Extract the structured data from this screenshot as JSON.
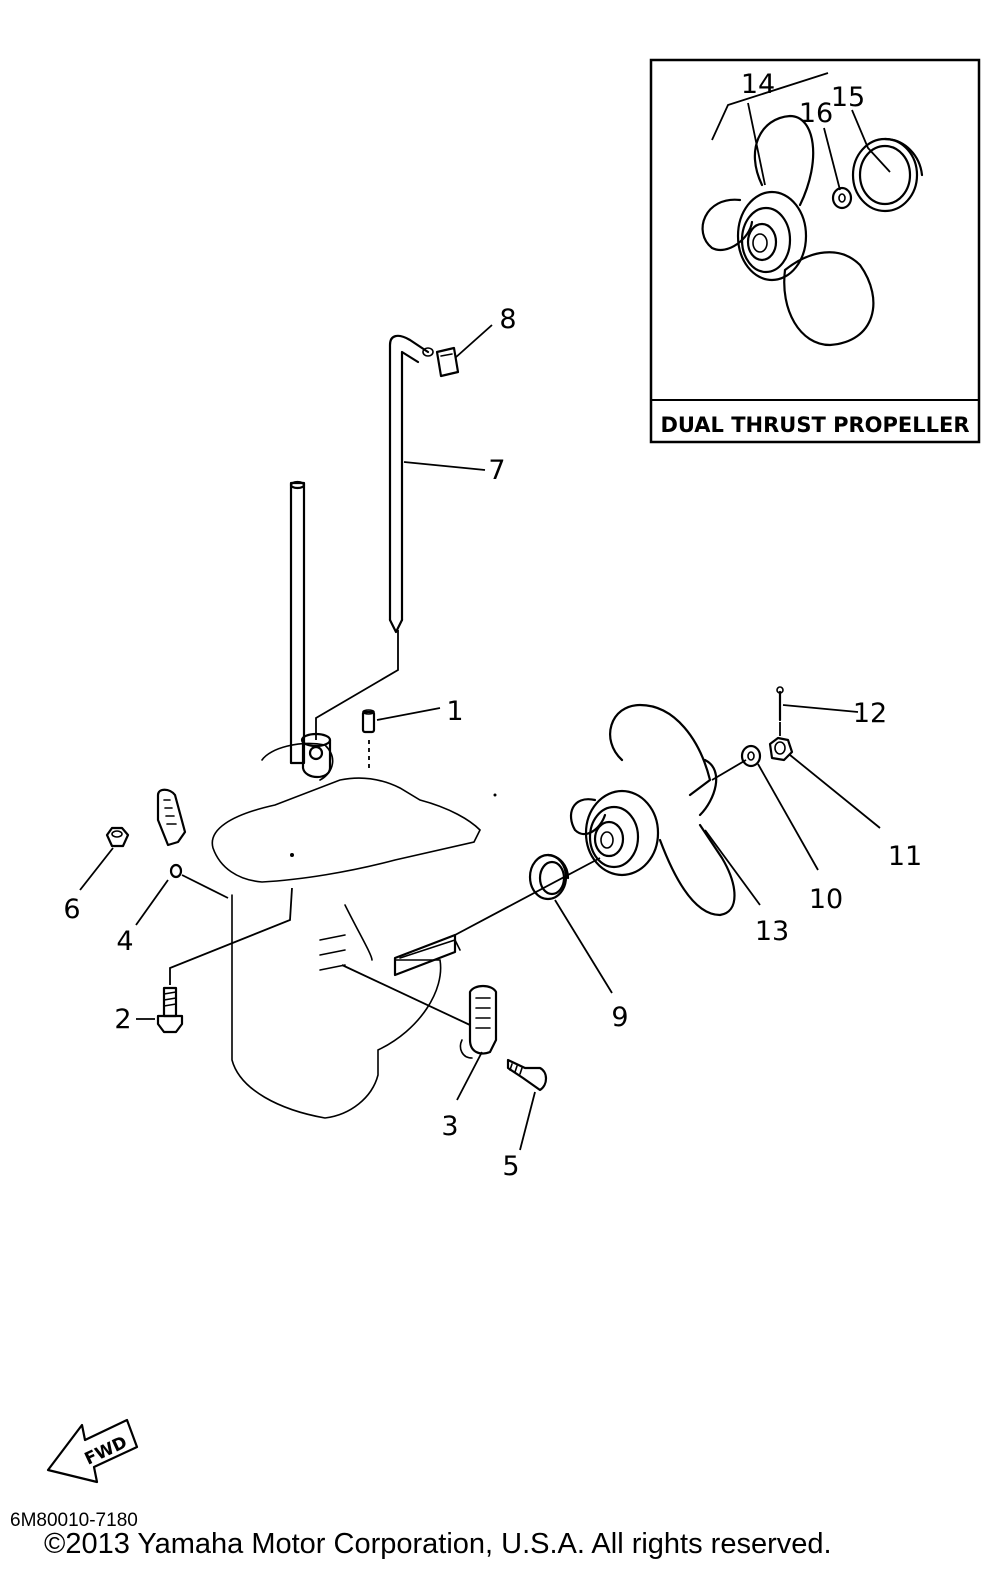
{
  "inset": {
    "title": "DUAL THRUST PROPELLER"
  },
  "labels": [
    "1",
    "2",
    "3",
    "4",
    "5",
    "6",
    "7",
    "8",
    "9",
    "10",
    "11",
    "12",
    "13",
    "14",
    "15",
    "16"
  ],
  "fwd_label": "FWD",
  "diagram_code": "6M80010-7180",
  "copyright": "©2013 Yamaha Motor Corporation, U.S.A. All rights reserved."
}
